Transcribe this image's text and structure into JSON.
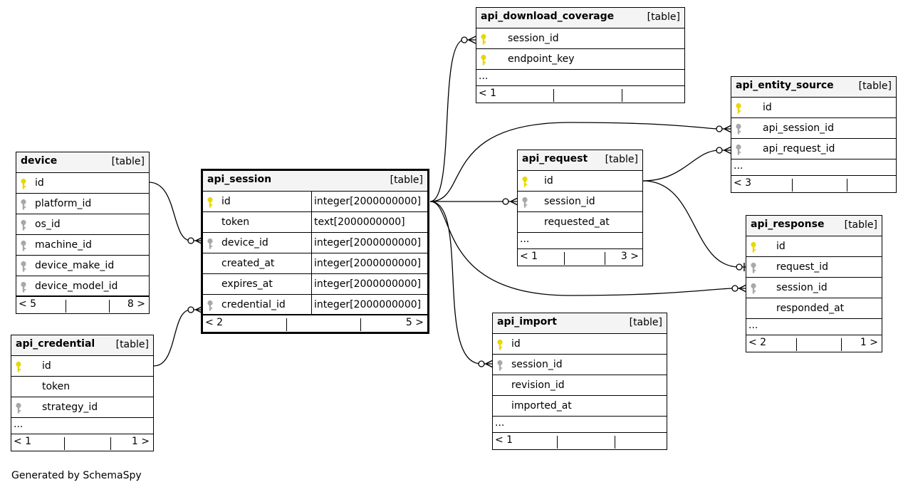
{
  "footer": "Generated by SchemaSpy",
  "tables": {
    "api_download_coverage": {
      "name": "api_download_coverage",
      "kind": "[table]",
      "rows": [
        {
          "col": "session_id",
          "key": "primary"
        },
        {
          "col": "endpoint_key",
          "key": "primary"
        }
      ],
      "ellipsis": "...",
      "foot_left": "< 1",
      "foot_right": ""
    },
    "api_entity_source": {
      "name": "api_entity_source",
      "kind": "[table]",
      "rows": [
        {
          "col": "id",
          "key": "primary"
        },
        {
          "col": "api_session_id",
          "key": "foreign"
        },
        {
          "col": "api_request_id",
          "key": "foreign"
        }
      ],
      "ellipsis": "...",
      "foot_left": "< 3",
      "foot_right": ""
    },
    "device": {
      "name": "device",
      "kind": "[table]",
      "rows": [
        {
          "col": "id",
          "key": "primary"
        },
        {
          "col": "platform_id",
          "key": "foreign"
        },
        {
          "col": "os_id",
          "key": "foreign"
        },
        {
          "col": "machine_id",
          "key": "foreign"
        },
        {
          "col": "device_make_id",
          "key": "foreign"
        },
        {
          "col": "device_model_id",
          "key": "foreign"
        }
      ],
      "foot_left": "< 5",
      "foot_right": "8 >"
    },
    "api_session": {
      "name": "api_session",
      "kind": "[table]",
      "rows": [
        {
          "col": "id",
          "type": "integer[2000000000]",
          "key": "primary"
        },
        {
          "col": "token",
          "type": "text[2000000000]",
          "key": "none"
        },
        {
          "col": "device_id",
          "type": "integer[2000000000]",
          "key": "foreign"
        },
        {
          "col": "created_at",
          "type": "integer[2000000000]",
          "key": "none"
        },
        {
          "col": "expires_at",
          "type": "integer[2000000000]",
          "key": "none"
        },
        {
          "col": "credential_id",
          "type": "integer[2000000000]",
          "key": "foreign"
        }
      ],
      "foot_left": "< 2",
      "foot_right": "5 >"
    },
    "api_request": {
      "name": "api_request",
      "kind": "[table]",
      "rows": [
        {
          "col": "id",
          "key": "primary"
        },
        {
          "col": "session_id",
          "key": "foreign"
        },
        {
          "col": "requested_at",
          "key": "none"
        }
      ],
      "ellipsis": "...",
      "foot_left": "< 1",
      "foot_right": "3 >"
    },
    "api_response": {
      "name": "api_response",
      "kind": "[table]",
      "rows": [
        {
          "col": "id",
          "key": "primary"
        },
        {
          "col": "request_id",
          "key": "foreign"
        },
        {
          "col": "session_id",
          "key": "foreign"
        },
        {
          "col": "responded_at",
          "key": "none"
        }
      ],
      "ellipsis": "...",
      "foot_left": "< 2",
      "foot_right": "1 >"
    },
    "api_credential": {
      "name": "api_credential",
      "kind": "[table]",
      "rows": [
        {
          "col": "id",
          "key": "primary"
        },
        {
          "col": "token",
          "key": "none"
        },
        {
          "col": "strategy_id",
          "key": "foreign"
        }
      ],
      "ellipsis": "...",
      "foot_left": "< 1",
      "foot_right": "1 >"
    },
    "api_import": {
      "name": "api_import",
      "kind": "[table]",
      "rows": [
        {
          "col": "id",
          "key": "primary"
        },
        {
          "col": "session_id",
          "key": "foreign"
        },
        {
          "col": "revision_id",
          "key": "none"
        },
        {
          "col": "imported_at",
          "key": "none"
        }
      ],
      "ellipsis": "...",
      "foot_left": "< 1",
      "foot_right": ""
    }
  },
  "colors": {
    "primary_key": "#e8d800",
    "foreign_key": "#a8a8a8",
    "header_bg": "#f4f4f4"
  },
  "relationships": [
    {
      "from": "api_session.id",
      "to": "api_download_coverage.session_id"
    },
    {
      "from": "api_session.id",
      "to": "api_entity_source.api_session_id"
    },
    {
      "from": "api_session.id",
      "to": "api_request.session_id"
    },
    {
      "from": "api_session.id",
      "to": "api_response.session_id"
    },
    {
      "from": "api_session.id",
      "to": "api_import.session_id"
    },
    {
      "from": "api_request.id",
      "to": "api_entity_source.api_request_id"
    },
    {
      "from": "api_request.id",
      "to": "api_response.request_id"
    },
    {
      "from": "device.id",
      "to": "api_session.device_id"
    },
    {
      "from": "api_credential.id",
      "to": "api_session.credential_id"
    }
  ]
}
